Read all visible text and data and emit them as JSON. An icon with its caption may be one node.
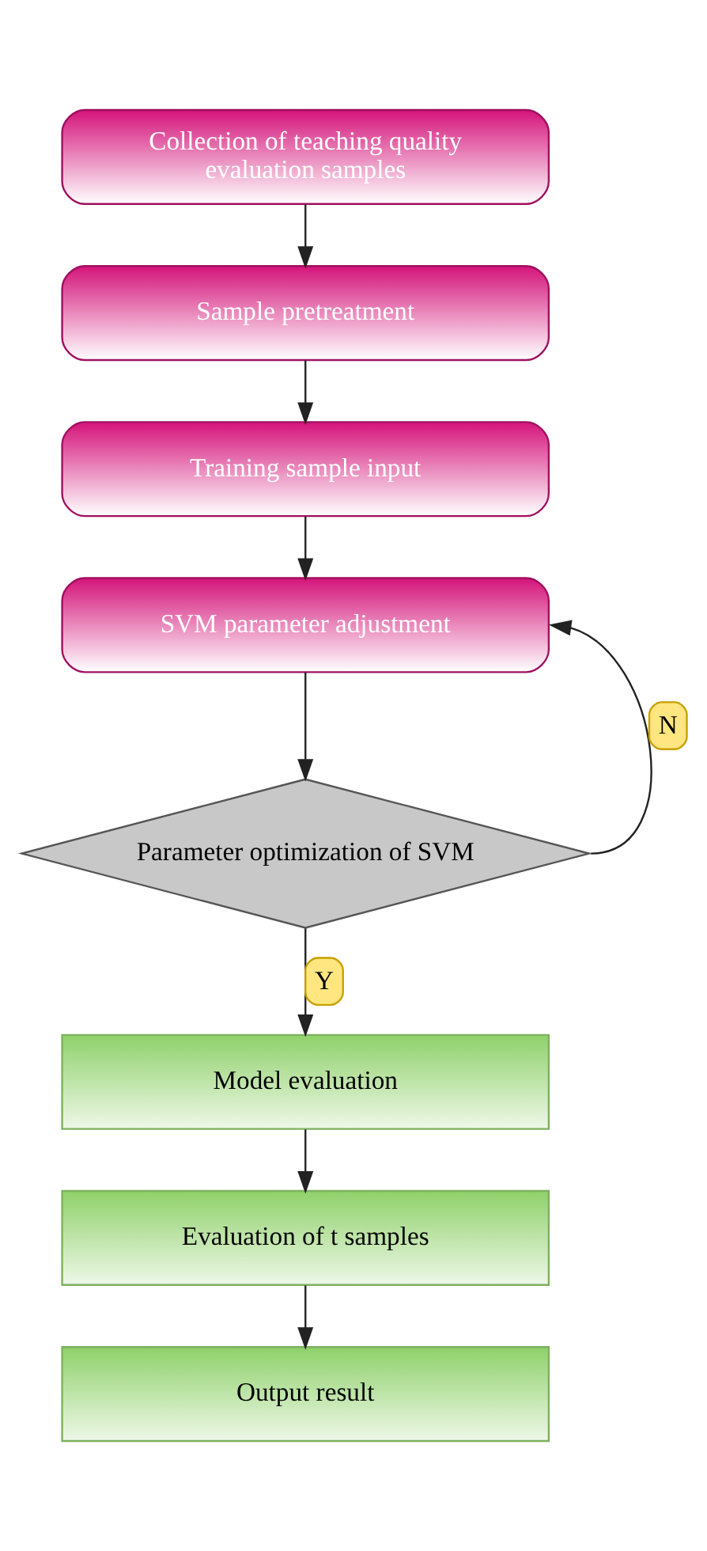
{
  "diagram": {
    "nodes": [
      {
        "text": [
          "Collection of teaching quality evaluation samples"
        ]
      },
      {
        "text": [
          "Sample pretreatment"
        ]
      },
      {
        "text": [
          "Training sample input"
        ]
      },
      {
        "text": [
          "SVM parameter adjustment"
        ]
      },
      {
        "text": [
          "Parameter optimization of SVM"
        ]
      },
      {
        "text": [
          "Model evaluation"
        ]
      },
      {
        "text": [
          "Evaluation of t samples"
        ]
      },
      {
        "text": [
          "Output result"
        ]
      }
    ],
    "edges": [
      {
        "from": 0,
        "to": 1,
        "arrow": "to"
      },
      {
        "from": 1,
        "to": 2,
        "arrow": "to"
      },
      {
        "from": 2,
        "to": 3,
        "arrow": "to"
      },
      {
        "from": 3,
        "to": 4,
        "arrow": "to"
      },
      {
        "from": 4,
        "to": 5,
        "arrow": "to",
        "label": "Y"
      },
      {
        "from": 4,
        "to": 3,
        "arrow": "to",
        "label": "N"
      },
      {
        "from": 5,
        "to": 6,
        "arrow": "to"
      },
      {
        "from": 6,
        "to": 7,
        "arrow": "to"
      }
    ]
  }
}
